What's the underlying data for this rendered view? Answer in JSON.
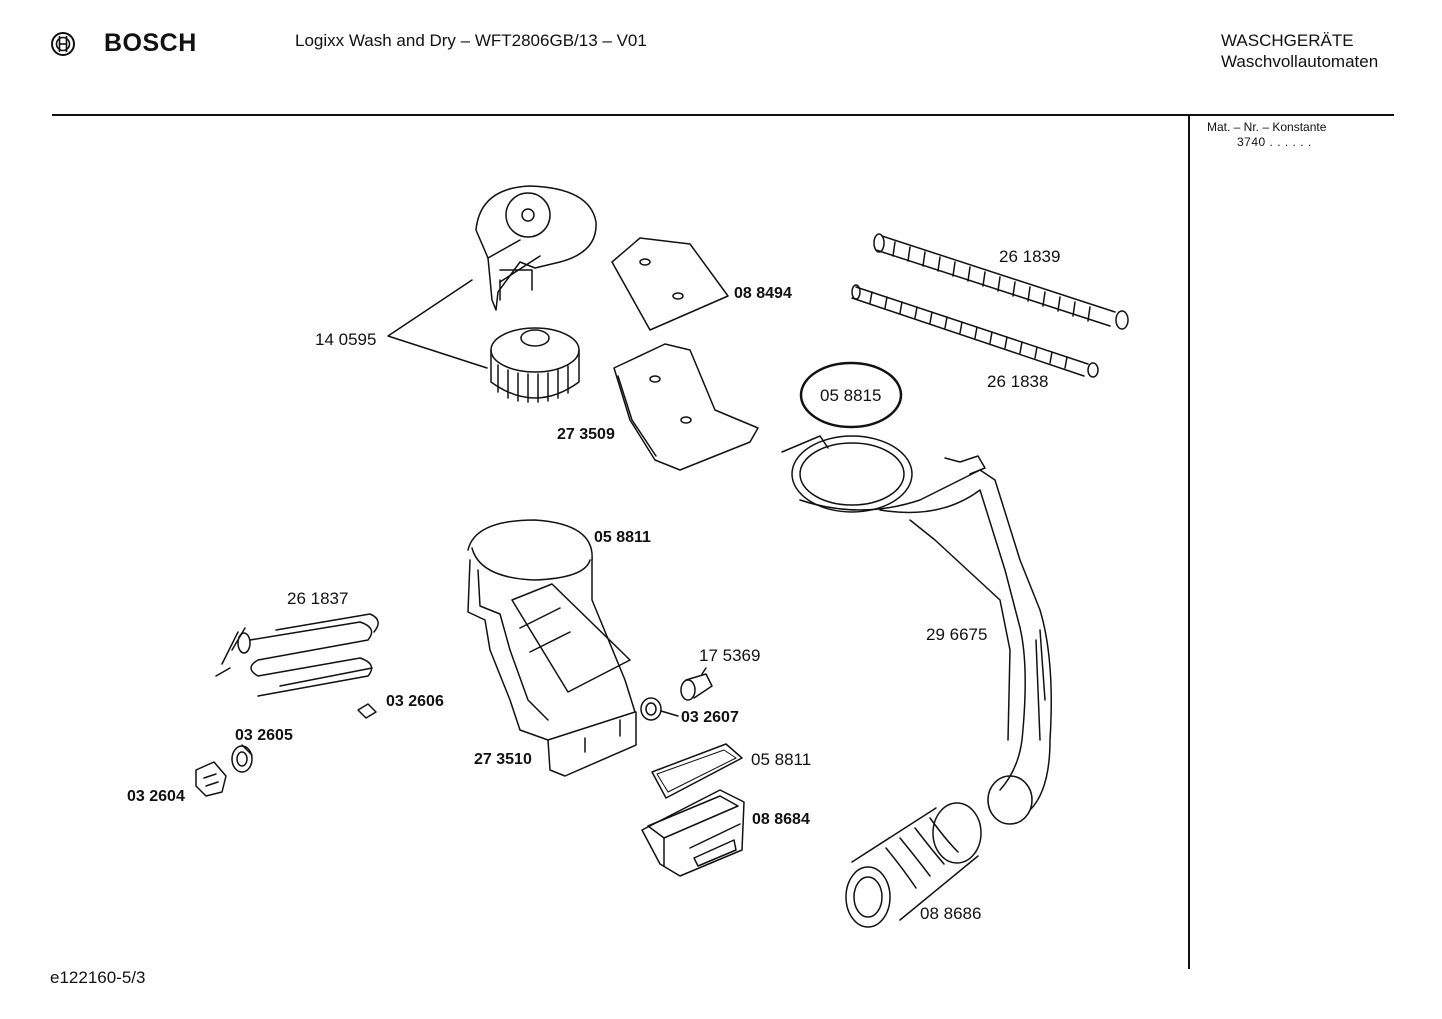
{
  "header": {
    "brand": "BOSCH",
    "model_title": "Logixx Wash and Dry – WFT2806GB/13 – V01",
    "category_line1": "WASCHGERÄTE",
    "category_line2": "Waschvollautomaten"
  },
  "sidebar": {
    "mat_label": "Mat. – Nr. – Konstante",
    "mat_value": "3740 . .   . . . ."
  },
  "footer": {
    "doc_ref": "e122160-5/3"
  },
  "parts": {
    "p140595": "14 0595",
    "p088494": "08 8494",
    "p261839": "26 1839",
    "p261838": "26 1838",
    "p058815": "05 8815",
    "p273509": "27 3509",
    "p058811_top": "05 8811",
    "p261837": "26 1837",
    "p296675": "29 6675",
    "p175369": "17 5369",
    "p032606": "03 2606",
    "p032607": "03 2607",
    "p032605": "03 2605",
    "p273510": "27 3510",
    "p058811_bottom": "05 8811",
    "p032604": "03 2604",
    "p088684": "08 8684",
    "p088686": "08 8686"
  }
}
